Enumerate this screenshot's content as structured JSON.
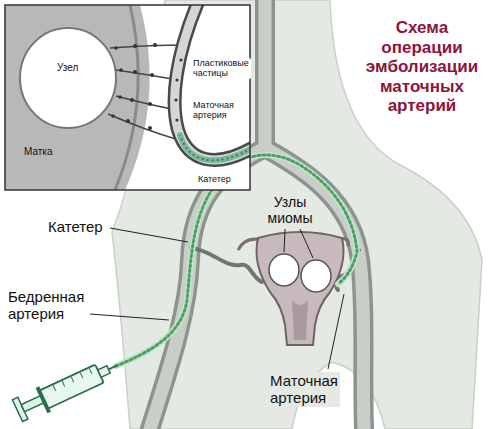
{
  "diagram": {
    "title": "Схема операции эмболизации маточных артерий",
    "labels": [
      "Узел",
      "Пластиковые частицы",
      "Маточная артерия",
      "Матка",
      "Катетер",
      "Катетер",
      "Узлы миомы",
      "Бедренная артерия",
      "Маточная артерия"
    ]
  }
}
